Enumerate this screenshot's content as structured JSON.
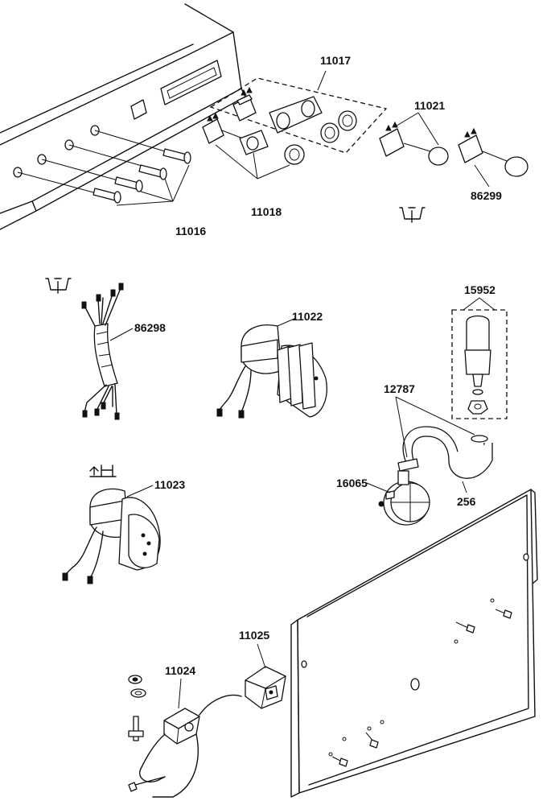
{
  "diagram": {
    "labels": {
      "p11017": "11017",
      "p11021": "11021",
      "p86299": "86299",
      "p11018": "11018",
      "p11016": "11016",
      "p86298": "86298",
      "p11022": "11022",
      "p15952": "15952",
      "p12787": "12787",
      "p16065": "16065",
      "p256": "256",
      "p11023": "11023",
      "p11025": "11025",
      "p11024": "11024"
    },
    "icons": {
      "tub_symbol_top": "tub-icon",
      "tub_symbol_left": "tub-icon",
      "wash_symbol": "wash-symbol-icon"
    }
  }
}
